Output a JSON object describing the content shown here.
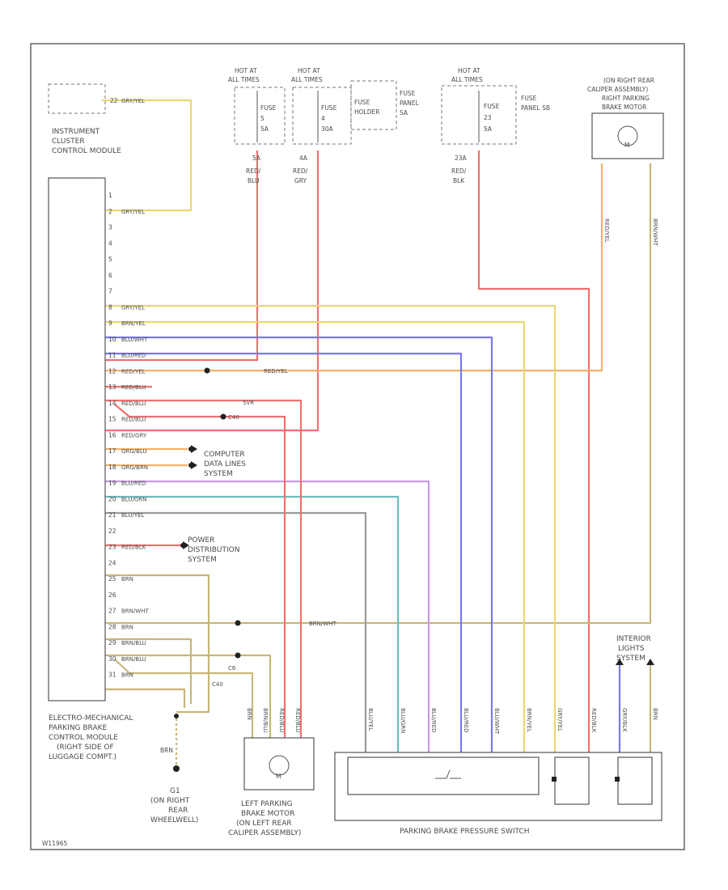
{
  "frame": {
    "code": "W11965"
  },
  "modules": {
    "icm": {
      "label": [
        "INSTRUMENT",
        "CLUSTER",
        "CONTROL MODULE"
      ],
      "pin": "22",
      "wire": "GRY/YEL"
    },
    "fuse_panel_sa": {
      "hot1": [
        "HOT AT",
        "ALL TIMES"
      ],
      "hot2": [
        "HOT AT",
        "ALL TIMES"
      ],
      "fuse1": [
        "FUSE",
        "5",
        "5A"
      ],
      "fuse2": [
        "FUSE",
        "4",
        "30A"
      ],
      "holder": [
        "FUSE",
        "HOLDER"
      ],
      "panel": [
        "FUSE",
        "PANEL",
        "SA"
      ]
    },
    "fuse_panel_sb": {
      "hot": [
        "HOT AT",
        "ALL TIMES"
      ],
      "fuse": [
        "FUSE",
        "23",
        "5A"
      ],
      "panel": [
        "FUSE",
        "PANEL SB"
      ]
    },
    "right_motor": {
      "label": [
        "(ON RIGHT REAR",
        "CALIPER ASSEMBLY)",
        "RIGHT PARKING",
        "BRAKE MOTOR"
      ],
      "symbol": "M"
    },
    "ebcm": {
      "label": [
        "ELECTRO-MECHANICAL",
        "PARKING BRAKE",
        "CONTROL MODULE",
        "(RIGHT SIDE OF",
        "LUGGAGE COMPT.)"
      ]
    },
    "ground": {
      "label": [
        "G1",
        "(ON RIGHT",
        "REAR",
        "WHEELWELL)"
      ],
      "wire": "BRN"
    },
    "left_motor": {
      "label": [
        "LEFT PARKING",
        "BRAKE MOTOR",
        "(ON LEFT REAR",
        "CALIPER ASSEMBLY)"
      ],
      "symbol": "M"
    },
    "pressure_switch": {
      "label": [
        "PARKING BRAKE PRESSURE SWITCH"
      ]
    },
    "interior_lights": {
      "label": [
        "INTERIOR",
        "LIGHTS",
        "SYSTEM"
      ]
    }
  },
  "feeds": [
    {
      "circuit": "5A",
      "wire": [
        "RED/",
        "BLU"
      ]
    },
    {
      "circuit": "4A",
      "wire": [
        "RED/",
        "GRY"
      ]
    },
    {
      "circuit": "23A",
      "wire": [
        "RED/",
        "BLK"
      ]
    }
  ],
  "connector_pins": [
    {
      "pin": "1",
      "wire": ""
    },
    {
      "pin": "2",
      "wire": "GRY/YEL"
    },
    {
      "pin": "3",
      "wire": ""
    },
    {
      "pin": "4",
      "wire": ""
    },
    {
      "pin": "5",
      "wire": ""
    },
    {
      "pin": "6",
      "wire": ""
    },
    {
      "pin": "7",
      "wire": ""
    },
    {
      "pin": "8",
      "wire": "GRY/YEL"
    },
    {
      "pin": "9",
      "wire": "BRN/YEL"
    },
    {
      "pin": "10",
      "wire": "BLU/WHT"
    },
    {
      "pin": "11",
      "wire": "BLU/RED"
    },
    {
      "pin": "12",
      "wire": "RED/YEL"
    },
    {
      "pin": "13",
      "wire": "RED/BLU"
    },
    {
      "pin": "14",
      "wire": "RED/BLU"
    },
    {
      "pin": "15",
      "wire": "RED/BLU"
    },
    {
      "pin": "16",
      "wire": "RED/GRY"
    },
    {
      "pin": "17",
      "wire": "ORG/BLU"
    },
    {
      "pin": "18",
      "wire": "ORG/BRN"
    },
    {
      "pin": "19",
      "wire": "BLU/RED"
    },
    {
      "pin": "20",
      "wire": "BLU/GRN"
    },
    {
      "pin": "21",
      "wire": "BLU/YEL"
    },
    {
      "pin": "22",
      "wire": ""
    },
    {
      "pin": "23",
      "wire": "RED/BLK"
    },
    {
      "pin": "24",
      "wire": ""
    },
    {
      "pin": "25",
      "wire": "BRN"
    },
    {
      "pin": "26",
      "wire": ""
    },
    {
      "pin": "27",
      "wire": "BRN/WHT"
    },
    {
      "pin": "28",
      "wire": "BRN"
    },
    {
      "pin": "29",
      "wire": "BRN/BLU"
    },
    {
      "pin": "30",
      "wire": "BRN/BLU"
    },
    {
      "pin": "31",
      "wire": "BRN"
    }
  ],
  "inline_labels": {
    "red_yel": "RED/YEL",
    "brn_wht": "BRN/WHT",
    "ref1": "5VR",
    "ref2": "C40",
    "ref3": "C6",
    "ref4": "C40"
  },
  "systems": {
    "computer_data": [
      "COMPUTER",
      "DATA LINES",
      "SYSTEM"
    ],
    "power_dist": [
      "POWER",
      "DISTRIBUTION",
      "SYSTEM"
    ]
  },
  "vertical_wire_labels": {
    "right_motor_1": "RED/YEL",
    "right_motor_2": "BRN/WHT",
    "left_motor_1": "BRN",
    "left_motor_2": "BRN/BLU",
    "left_motor_3": "RED/BLU",
    "left_motor_4": "RED/BLU",
    "ps_1": "BLU/YEL",
    "ps_2": "BLU/GRN",
    "ps_3": "BLU/RED",
    "ps_4": "BLU/RED",
    "ps_5": "BLU/WHT",
    "ps_6": "BRN/YEL",
    "ps_7": "GRY/YEL",
    "ps_8": "RED/BLK",
    "ps_9": "GRY/BLK",
    "ps_10": "BRN"
  },
  "colors": {
    "red": "#f07070",
    "yellow": "#e8d870",
    "orange": "#f5b06a",
    "blue": "#7a78f0",
    "violet": "#c89ae0",
    "teal": "#6fbac0",
    "olive": "#c8b678",
    "gray": "#9a9a9a"
  }
}
